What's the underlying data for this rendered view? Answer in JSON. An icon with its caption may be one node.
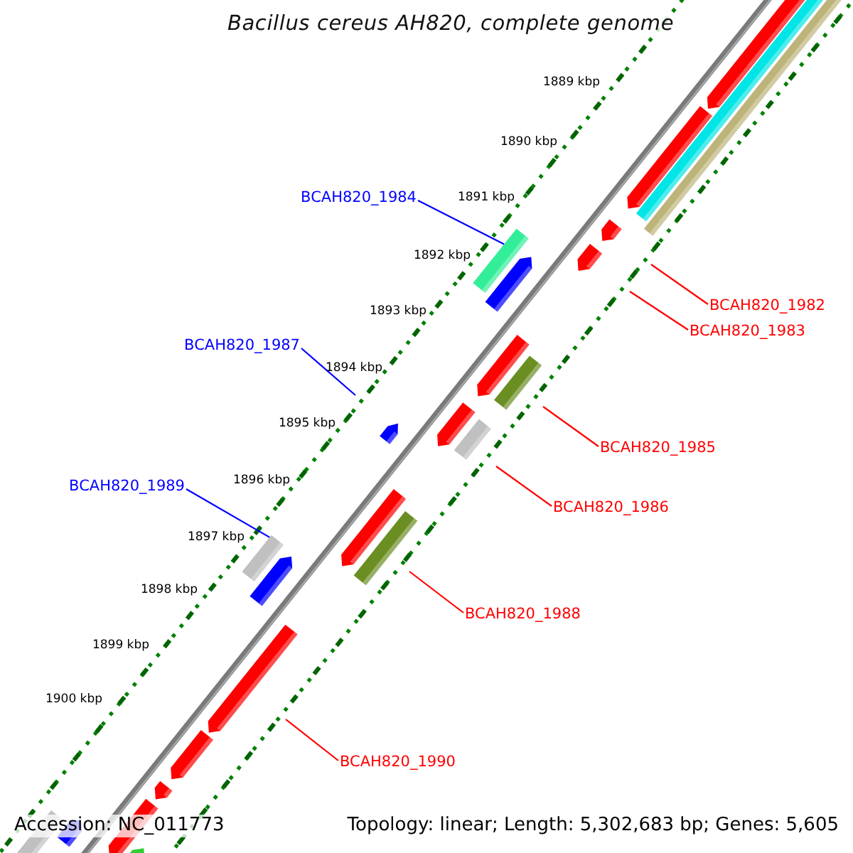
{
  "diagram": {
    "title": "Bacillus cereus AH820, complete genome",
    "nodes": [
      {
        "text": [
          "BCAH820_1984"
        ]
      },
      {
        "text": [
          "BCAH820_1982"
        ]
      },
      {
        "text": [
          "BCAH820_1983"
        ]
      },
      {
        "text": [
          "BCAH820_1987"
        ]
      },
      {
        "text": [
          "BCAH820_1985"
        ]
      },
      {
        "text": [
          "BCAH820_1989"
        ]
      },
      {
        "text": [
          "BCAH820_1986"
        ]
      },
      {
        "text": [
          "BCAH820_1988"
        ]
      },
      {
        "text": [
          "BCAH820_1990"
        ]
      },
      {
        "text": [],
        "shape": "bar"
      },
      {
        "text": [],
        "shape": "bar"
      }
    ],
    "edges": [
      {
        "from": 0,
        "to": 9,
        "arrow": "none",
        "color": "#0000ff"
      },
      {
        "from": 1,
        "to": null,
        "arrow": "none"
      },
      {
        "from": 2,
        "to": null,
        "arrow": "none"
      },
      {
        "from": 3,
        "to": null,
        "arrow": "none",
        "color": "#0000ff"
      },
      {
        "from": 4,
        "to": null,
        "arrow": "none"
      },
      {
        "from": 5,
        "to": 10,
        "arrow": "none",
        "color": "#0000ff"
      },
      {
        "from": 6,
        "to": null,
        "arrow": "none"
      },
      {
        "from": 7,
        "to": null,
        "arrow": "none"
      },
      {
        "from": 8,
        "to": null,
        "arrow": "none"
      }
    ],
    "labels": [
      "1889 kbp",
      "1890 kbp",
      "1891 kbp",
      "1892 kbp",
      "1893 kbp",
      "1894 kbp",
      "1895 kbp",
      "1896 kbp",
      "1897 kbp",
      "1898 kbp",
      "1899 kbp",
      "1900 kbp",
      "Accession: NC_011773",
      "Topology: linear; Length: 5,302,683 bp; Genes: 5,605"
    ]
  }
}
